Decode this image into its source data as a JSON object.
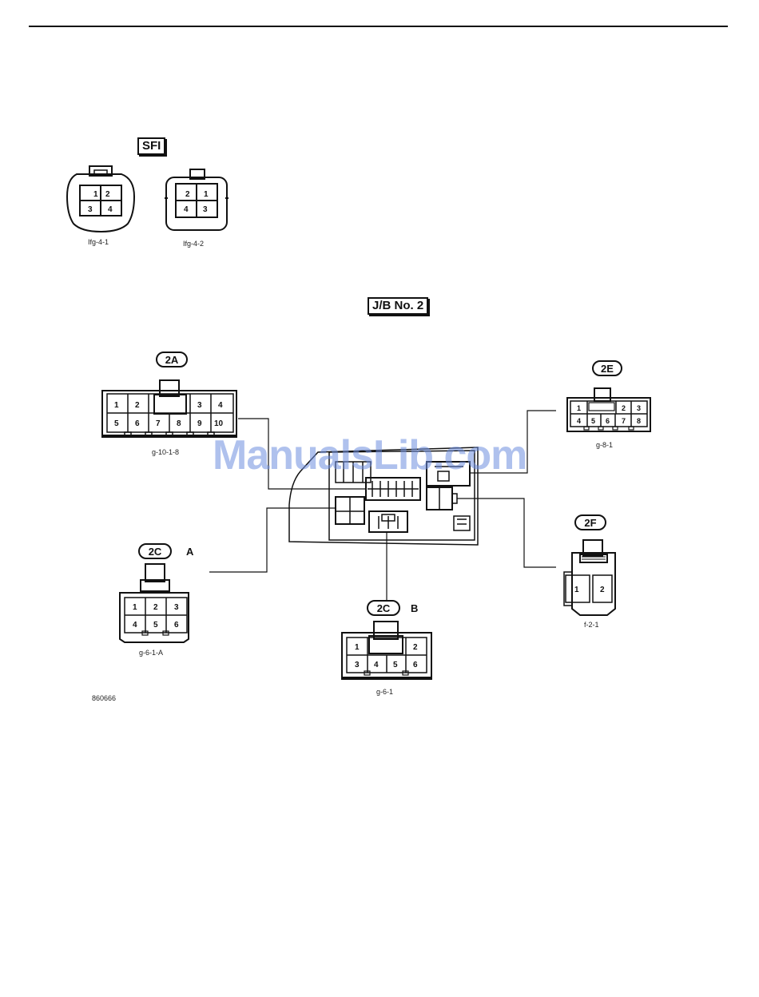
{
  "section_labels": {
    "sfi": "SFI",
    "jb": "J/B No. 2"
  },
  "connectors": {
    "c2a": "2A",
    "c2e": "2E",
    "c2f": "2F",
    "c2c_a": "2C",
    "c2c_b": "2C"
  },
  "variant_letters": {
    "a": "A",
    "b": "B"
  },
  "captions": {
    "ifg41": "Ifg-4-1",
    "ifg42": "Ifg-4-2",
    "g1018": "g-10-1-8",
    "g81": "g-8-1",
    "f21": "f-2-1",
    "g61a": "g-6-1-A",
    "g61": "g-6-1",
    "code": "860666"
  },
  "pins": {
    "ifg41": [
      "1",
      "2",
      "3",
      "4"
    ],
    "ifg42": [
      "2",
      "1",
      "4",
      "3"
    ],
    "c2a": [
      "1",
      "2",
      "3",
      "4",
      "5",
      "6",
      "7",
      "8",
      "9",
      "10"
    ],
    "c2e": [
      "1",
      "2",
      "3",
      "4",
      "5",
      "6",
      "7",
      "8"
    ],
    "c2f": [
      "1",
      "2"
    ],
    "c2c_a": [
      "1",
      "2",
      "3",
      "4",
      "5",
      "6"
    ],
    "c2c_b": [
      "1",
      "2",
      "3",
      "4",
      "5",
      "6"
    ]
  },
  "watermark": "ManualsLib.com"
}
